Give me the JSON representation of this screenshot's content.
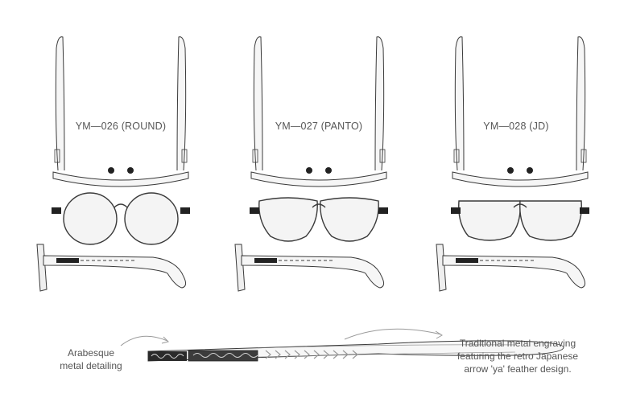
{
  "models": [
    {
      "label": "YM—026 (ROUND)",
      "shape": "round"
    },
    {
      "label": "YM—027 (PANTO)",
      "shape": "panto"
    },
    {
      "label": "YM—028 (JD)",
      "shape": "jd"
    }
  ],
  "annotations": {
    "left": {
      "lines": [
        "Arabesque",
        "metal detailing"
      ]
    },
    "right": {
      "lines": [
        "Traditional metal engraving",
        "featuring the retro Japanese",
        "arrow 'ya' feather design."
      ]
    }
  },
  "colors": {
    "line": "#3a3a3a",
    "fill": "#f4f4f4",
    "accent": "#222222",
    "text": "#555555",
    "arrow": "#9a9a9a"
  }
}
